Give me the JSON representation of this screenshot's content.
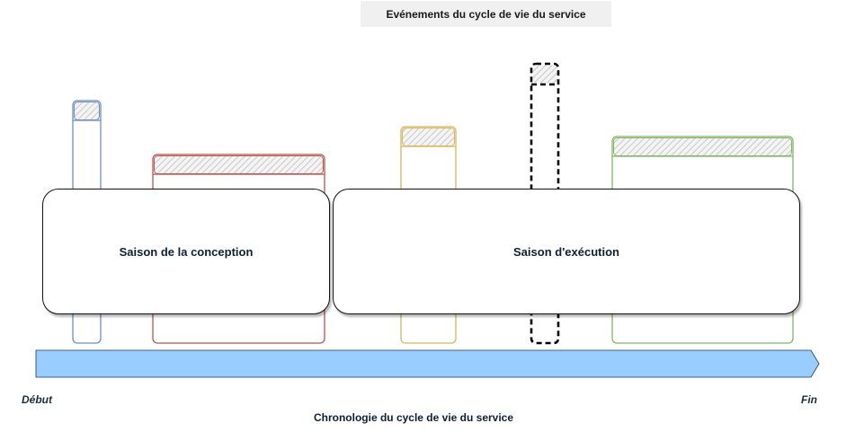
{
  "title": "Evénements du cycle de vie du service",
  "seasons": [
    {
      "label": "Saison de la conception"
    },
    {
      "label": "Saison d'exécution"
    }
  ],
  "timeline": {
    "start_label": "Début",
    "end_label": "Fin",
    "axis_label": "Chronologie du cycle de vie du service",
    "color": "#99ccff"
  },
  "event_colors": {
    "blue": "#6c8ebf",
    "red": "#b85450",
    "yellow": "#d6b656",
    "black": "#000000",
    "green": "#82b366"
  }
}
